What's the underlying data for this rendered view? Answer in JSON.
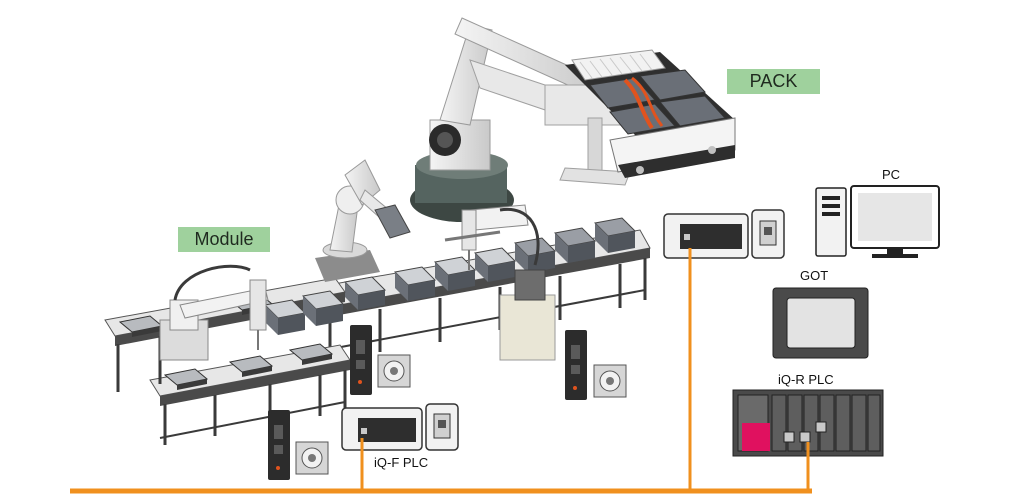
{
  "labels": {
    "pack": "PACK",
    "module": "Module",
    "pc": "PC",
    "got": "GOT",
    "iq_r_plc": "iQ-R PLC",
    "iq_f_plc": "iQ-F PLC"
  },
  "colors": {
    "network_line": "#f0901e",
    "label_bg": "#9fd19d",
    "plc_accent": "#e0115f",
    "battery_wire": "#e0531e"
  }
}
